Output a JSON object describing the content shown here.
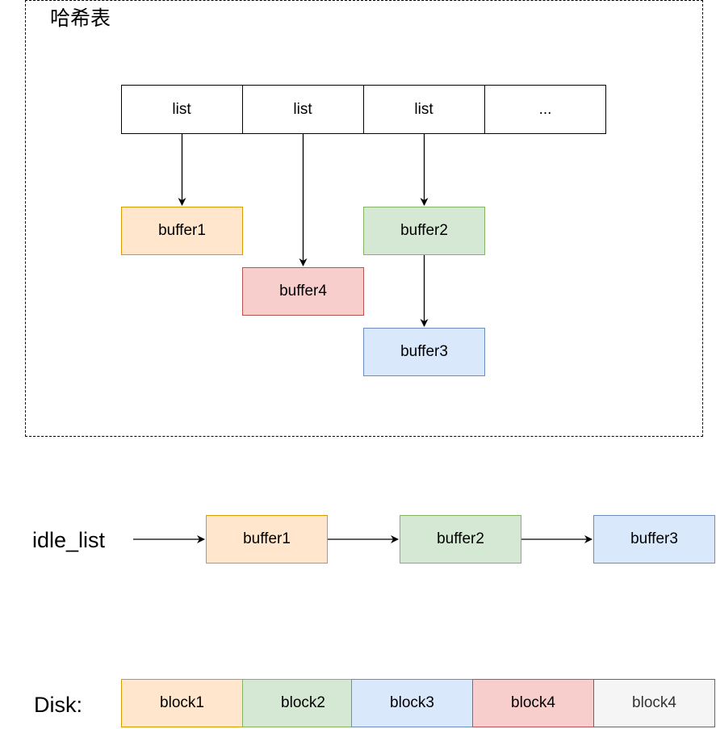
{
  "hash_table": {
    "title": "哈希表",
    "slots": [
      "list",
      "list",
      "list",
      "..."
    ],
    "buffers": {
      "b1": "buffer1",
      "b4": "buffer4",
      "b2": "buffer2",
      "b3": "buffer3"
    }
  },
  "idle_list": {
    "label": "idle_list",
    "items": [
      "buffer1",
      "buffer2",
      "buffer3"
    ]
  },
  "disk": {
    "label": "Disk:",
    "blocks": [
      "block1",
      "block2",
      "block3",
      "block4",
      "block4"
    ]
  },
  "colors": {
    "orange_fill": "#ffe6cc",
    "orange_stroke": "#d79b00",
    "red_fill": "#f8cecc",
    "red_stroke": "#b85450",
    "green_fill": "#d5e8d4",
    "green_stroke": "#82b366",
    "blue_fill": "#dae8fc",
    "blue_stroke": "#6c8ebf",
    "gray_fill": "#f5f5f5",
    "gray_stroke": "#666666",
    "gray_text": "#333333"
  }
}
